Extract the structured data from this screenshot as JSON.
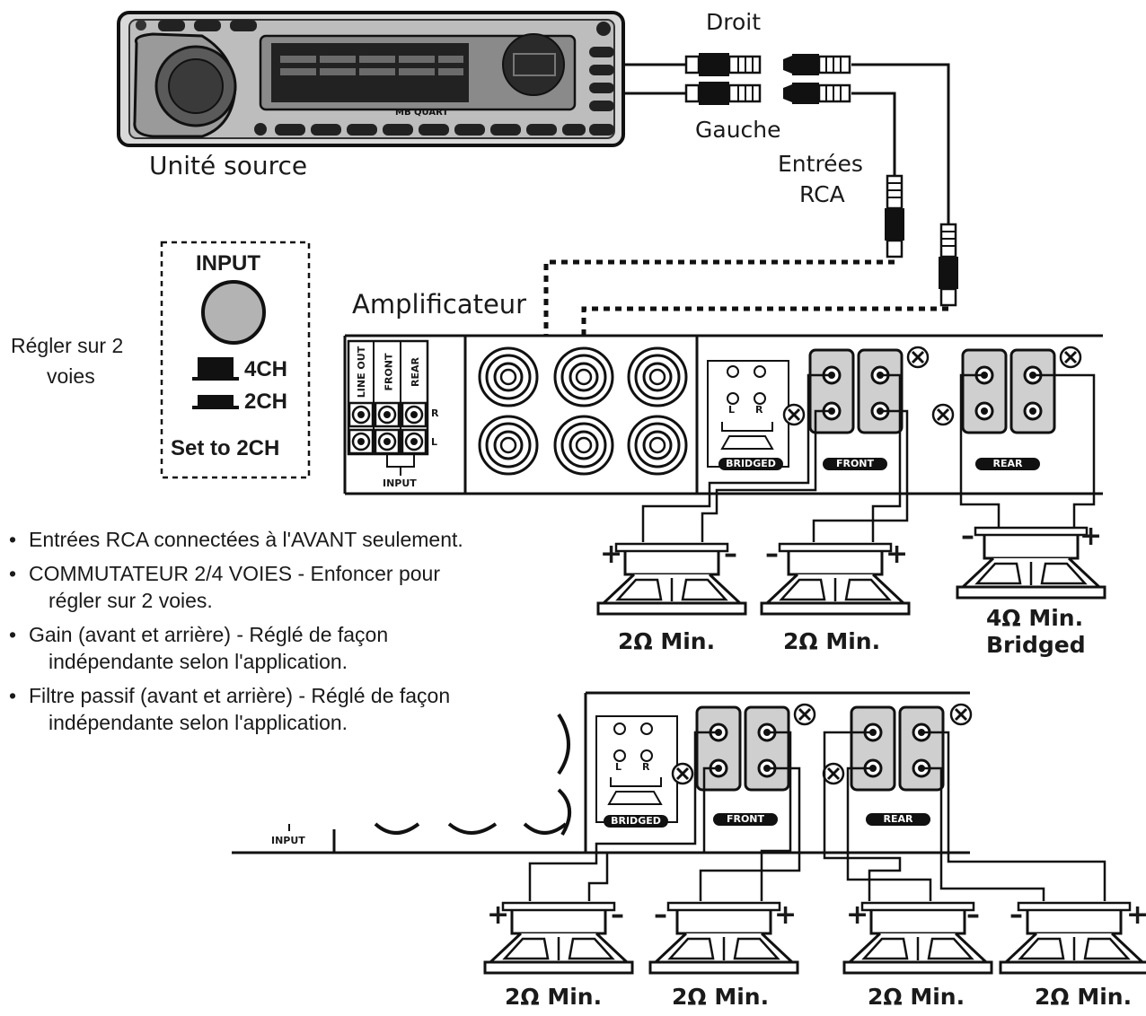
{
  "head_unit": {
    "caption": "Unité source",
    "brand": "MB QUART"
  },
  "rca": {
    "right_label": "Droit",
    "left_label": "Gauche",
    "inputs_line1": "Entrées",
    "inputs_line2": "RCA"
  },
  "amplifier": {
    "caption": "Amplificateur",
    "line_out": "LINE OUT",
    "front_col": "FRONT",
    "rear_col": "REAR",
    "r": "R",
    "l": "L",
    "input": "INPUT",
    "bridged": "BRIDGED",
    "front": "FRONT",
    "rear": "REAR",
    "term_l": "L",
    "term_r": "R"
  },
  "input_switch": {
    "title": "INPUT",
    "ch4": "4CH",
    "ch2": "2CH",
    "set_to": "Set to 2CH",
    "side_note_1": "Régler sur 2",
    "side_note_2": "voies"
  },
  "speakers_top": [
    {
      "label": "2Ω Min.",
      "pos": "+",
      "neg": "–"
    },
    {
      "label": "2Ω Min.",
      "pos": "–",
      "neg": "+"
    },
    {
      "label": "4Ω Min.",
      "label2": "Bridged",
      "pos": "–",
      "neg": "+"
    }
  ],
  "speakers_bottom": [
    {
      "label": "2Ω Min.",
      "pos": "+",
      "neg": "–"
    },
    {
      "label": "2Ω Min.",
      "pos": "–",
      "neg": "+"
    },
    {
      "label": "2Ω Min.",
      "pos": "+",
      "neg": "–"
    },
    {
      "label": "2Ω Min.",
      "pos": "–",
      "neg": "+"
    }
  ],
  "notes": [
    {
      "line1": "Entrées RCA connectées à l'AVANT seulement."
    },
    {
      "line1": "COMMUTATEUR 2/4 VOIES - Enfoncer pour",
      "line2": "régler sur 2 voies."
    },
    {
      "line1": "Gain (avant et arrière) - Réglé de façon",
      "line2": "indépendante selon l'application."
    },
    {
      "line1": "Filtre passif (avant et arrière) - Réglé de façon",
      "line2": "indépendante selon l'application."
    }
  ]
}
